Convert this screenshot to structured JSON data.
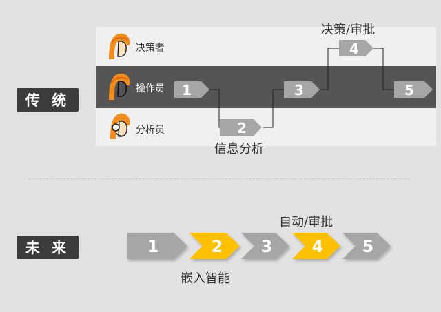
{
  "traditional": {
    "label": "传 统",
    "roles": [
      {
        "name": "决策者"
      },
      {
        "name": "操作员"
      },
      {
        "name": "分析员"
      }
    ],
    "steps": [
      "1",
      "2",
      "3",
      "4",
      "5"
    ],
    "annotation_top": "决策/审批",
    "annotation_bottom": "信息分析"
  },
  "future": {
    "label": "未 来",
    "steps": [
      "1",
      "2",
      "3",
      "4",
      "5"
    ],
    "annotation_top": "自动/审批",
    "annotation_bottom": "嵌入智能"
  },
  "colors": {
    "background": "#e2e2e2",
    "band_light": "#f0f0f0",
    "band_dark": "#555555",
    "tag": "#3c3c3c",
    "step_gray": "#a6a6a6",
    "step_yellow": "#ffc000",
    "face_orange": "#f28c1c"
  }
}
